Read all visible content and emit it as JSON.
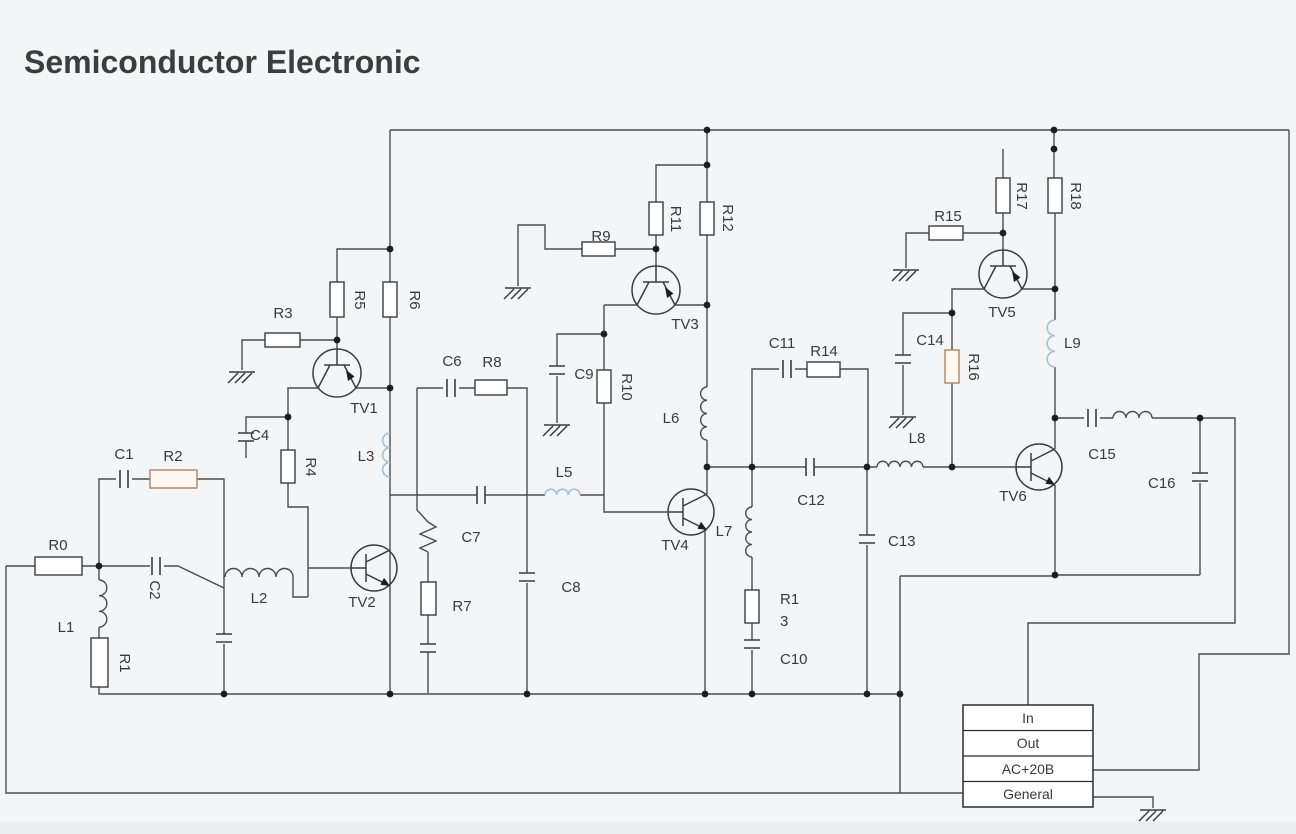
{
  "title": "Semiconductor Electronic",
  "legend": {
    "rows": [
      "In",
      "Out",
      "AC+20B",
      "General"
    ]
  },
  "labels": {
    "R0": "R0",
    "R1": "R1",
    "R2": "R2",
    "R3": "R3",
    "R4": "R4",
    "R5": "R5",
    "R6": "R6",
    "R7": "R7",
    "R8": "R8",
    "R9": "R9",
    "R10": "R10",
    "R11": "R11",
    "R12": "R12",
    "R13_line1": "R1",
    "R13_line2": "3",
    "R14": "R14",
    "R15": "R15",
    "R16": "R16",
    "R17": "R17",
    "R18": "R18",
    "C1": "C1",
    "C2": "C2",
    "C4": "C4",
    "C6": "C6",
    "C7": "C7",
    "C8": "C8",
    "C9": "C9",
    "C10": "C10",
    "C11": "C11",
    "C12": "C12",
    "C13": "C13",
    "C14": "C14",
    "C15": "C15",
    "C16": "C16",
    "L1": "L1",
    "L2": "L2",
    "L3": "L3",
    "L5": "L5",
    "L6": "L6",
    "L7": "L7",
    "L8": "L8",
    "L9": "L9",
    "TV1": "TV1",
    "TV2": "TV2",
    "TV3": "TV3",
    "TV4": "TV4",
    "TV5": "TV5",
    "TV6": "TV6"
  },
  "colors": {
    "background": "#f3f5f7",
    "wire": "#4c4c4c",
    "accent_tan": "#b5835a",
    "accent_teal": "#a4c3d4",
    "label": "#3a3a3a",
    "legend_fill": "#ffffff"
  }
}
